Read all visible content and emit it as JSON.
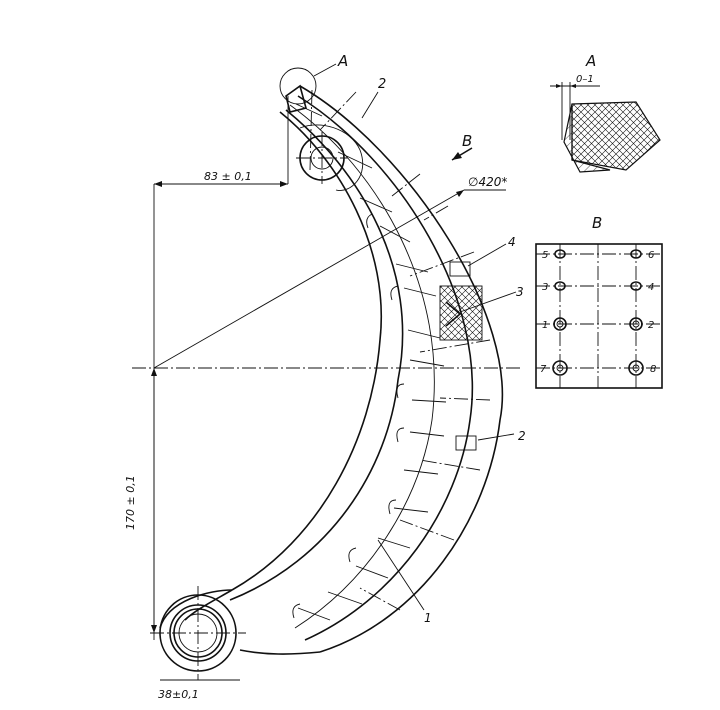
{
  "detail_label": "A",
  "view_label": "B",
  "labels": {
    "detail_a_callout": "A",
    "view_b_arrow": "B",
    "diameter": "∅420*",
    "dim_83": "83 ± 0,1",
    "dim_170": "170 ± 0,1",
    "dim_38_partial": "38±0,1",
    "gap_tolerance": "0–1"
  },
  "callouts": {
    "part_2_top": "2",
    "part_4": "4",
    "part_3": "3",
    "part_2_mid": "2",
    "part_1": "1"
  },
  "view_b_holes": [
    "5",
    "6",
    "3",
    "4",
    "1",
    "2",
    "7",
    "8"
  ]
}
